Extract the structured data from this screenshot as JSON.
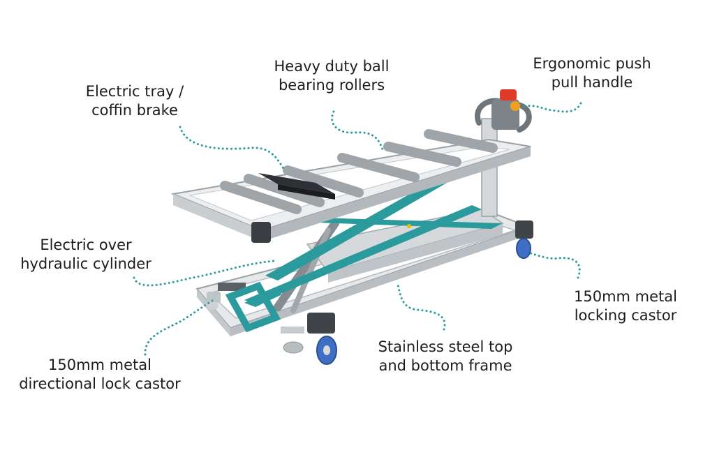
{
  "labels": {
    "tray_brake": [
      "Electric tray /",
      "coffin brake"
    ],
    "rollers": [
      "Heavy duty ball",
      "bearing rollers"
    ],
    "handle": [
      "Ergonomic push",
      "pull handle"
    ],
    "cylinder": [
      "Electric over",
      "hydraulic cylinder"
    ],
    "locking_castor": [
      "150mm metal",
      "locking castor"
    ],
    "frame": [
      "Stainless steel top",
      "and bottom frame"
    ],
    "directional_castor": [
      "150mm metal",
      "directional lock castor"
    ]
  },
  "colors": {
    "accent": "#2a9a9c",
    "steel": "#cfd3d6",
    "steel_dark": "#8e959a",
    "roller": "#9ea4a8",
    "wheel": "#3f6fc4",
    "handle_orange": "#f0a020",
    "handle_red": "#e03a2a",
    "text": "#1c1c1c"
  }
}
